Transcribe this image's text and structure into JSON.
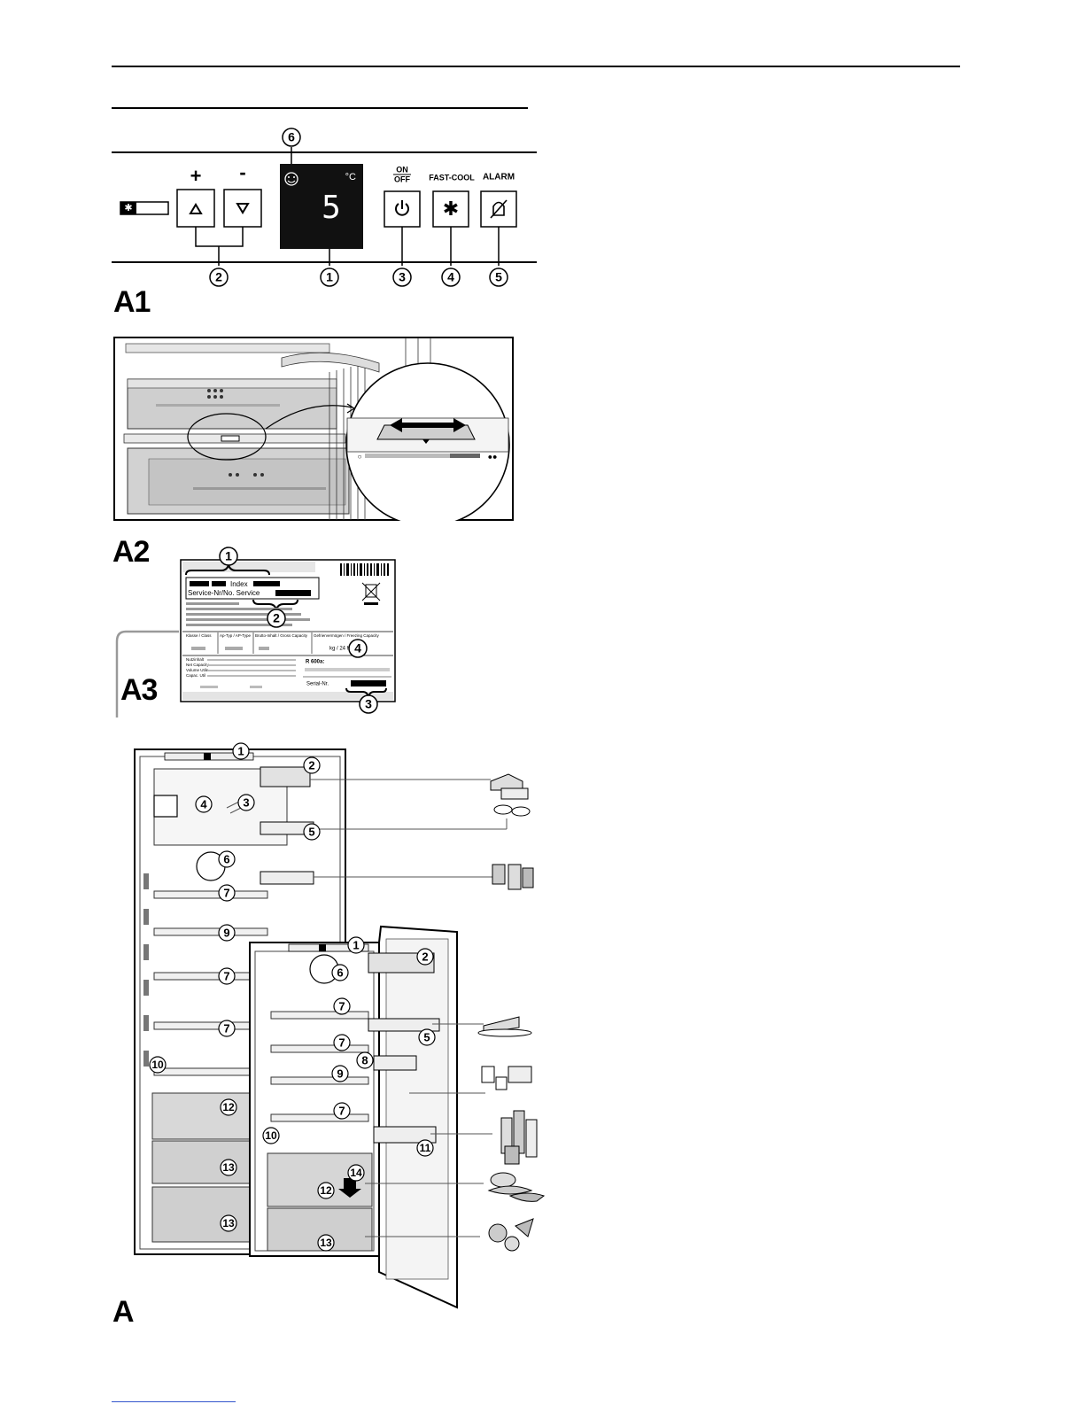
{
  "figures": {
    "a1": "A1",
    "a2": "A2",
    "a3": "A3",
    "a": "A"
  },
  "control_panel": {
    "plus": "+",
    "minus": "-",
    "display_value": "5",
    "unit": "°C",
    "on": "ON",
    "off": "OFF",
    "fast_cool": "FAST-COOL",
    "alarm": "ALARM",
    "callouts": [
      "6",
      "2",
      "1",
      "3",
      "4",
      "5"
    ]
  },
  "rating_plate": {
    "index_label": "Index",
    "service_label": "Service-Nr/No. Service",
    "cols": [
      "Klasse / Class",
      "Ap-Typ / AP-Type",
      "Brutto-Inhalt / Gross Capacity",
      "Gefriervermögen / Freezing Capacity"
    ],
    "rows": [
      "Nutzinhalt",
      "Net Capacity",
      "Volume Utile",
      "Capac. Util"
    ],
    "kg": "kg / 24 h",
    "refrigerant": "R 600a:",
    "serial": "Serial-Nr.",
    "callouts": [
      "1",
      "2",
      "3",
      "4"
    ]
  },
  "appliance_left": {
    "callouts": [
      "1",
      "2",
      "4",
      "3",
      "5",
      "6",
      "7",
      "9",
      "7",
      "7",
      "10",
      "12",
      "13",
      "13"
    ]
  },
  "appliance_right": {
    "callouts": [
      "1",
      "2",
      "6",
      "7",
      "7",
      "5",
      "8",
      "9",
      "7",
      "10",
      "11",
      "14",
      "12",
      "13"
    ]
  }
}
